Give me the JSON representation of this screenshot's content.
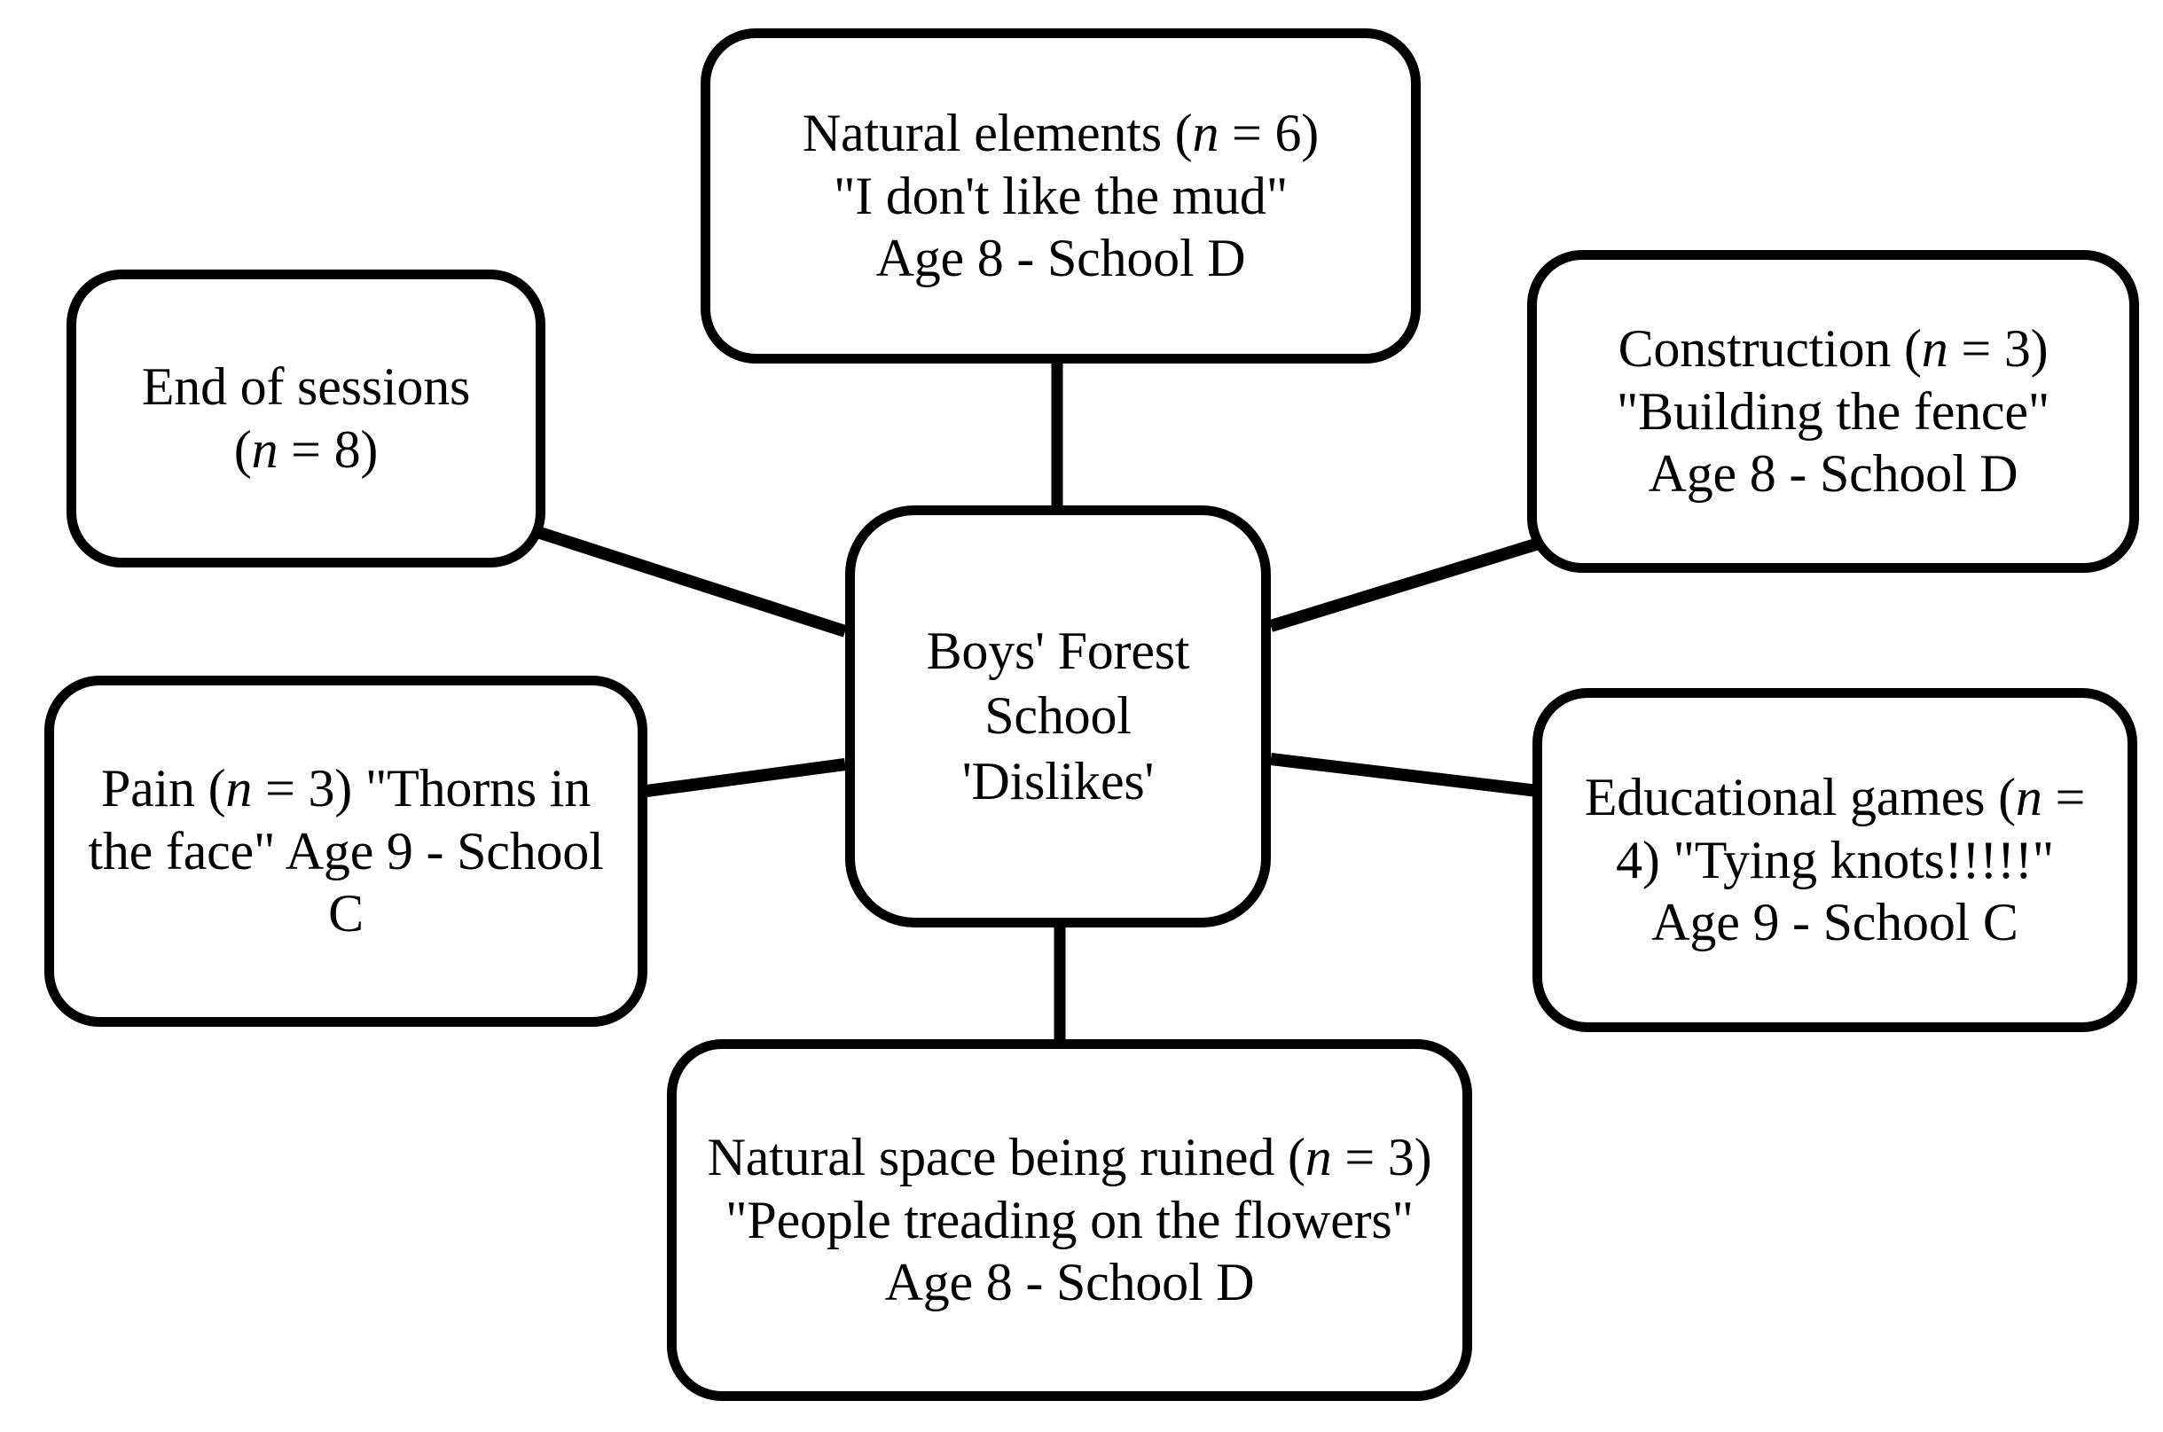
{
  "diagram": {
    "type": "mind-map",
    "title": "Boys' Forest School 'Dislikes'",
    "center": {
      "id": "center",
      "label": "Boys' Forest School 'Dislikes'",
      "lines": [
        "Boys' Forest",
        "School",
        "'Dislikes'"
      ],
      "text": "Boys' Forest\nSchool\n'Dislikes'"
    },
    "nodes": [
      {
        "id": "top",
        "position": "top",
        "theme": "Natural elements",
        "n": 6,
        "n_label": "(n = 6)",
        "quote": "\"I don't like the mud\"",
        "attribution": "Age 8 - School D",
        "text": "Natural elements (n = 6)\n\"I don't like the mud\"\nAge 8 - School D"
      },
      {
        "id": "topleft",
        "position": "top-left",
        "theme": "End of sessions",
        "n": 8,
        "n_label": "(n = 8)",
        "quote": "",
        "attribution": "",
        "text": "End of sessions\n(n = 8)"
      },
      {
        "id": "topright",
        "position": "top-right",
        "theme": "Construction",
        "n": 3,
        "n_label": "(n = 3)",
        "quote": "\"Building the fence\"",
        "attribution": "Age 8 - School D",
        "text": "Construction (n = 3)\n\"Building the fence\"\nAge 8 - School D"
      },
      {
        "id": "left",
        "position": "left",
        "theme": "Pain",
        "n": 3,
        "n_label": "(n = 3)",
        "quote": "\"Thorns in the face\"",
        "attribution": "Age 9 - School C",
        "text": "Pain (n = 3) \"Thorns in the face\" Age 9 - School C"
      },
      {
        "id": "right",
        "position": "right",
        "theme": "Educational games",
        "n": 4,
        "n_label": "(n = 4)",
        "quote": "\"Tying knots!!!!!\"",
        "attribution": "Age 9 - School C",
        "text": "Educational games (n = 4) \"Tying knots!!!!!\"\nAge 9 - School C"
      },
      {
        "id": "bottom",
        "position": "bottom",
        "theme": "Natural space being ruined",
        "n": 3,
        "n_label": "(n = 3)",
        "quote": "\"People treading on the flowers\"",
        "attribution": "Age 8 - School D",
        "text": "Natural space being ruined (n = 3) \"People treading on the flowers\"\nAge 8 - School D"
      }
    ],
    "edges": [
      {
        "from": "center",
        "to": "top"
      },
      {
        "from": "center",
        "to": "topleft"
      },
      {
        "from": "center",
        "to": "topright"
      },
      {
        "from": "center",
        "to": "left"
      },
      {
        "from": "center",
        "to": "right"
      },
      {
        "from": "center",
        "to": "bottom"
      }
    ],
    "style": {
      "line_color": "#000000",
      "box_fill": "#ffffff",
      "box_border_color": "#000000",
      "background": "#ffffff"
    }
  }
}
